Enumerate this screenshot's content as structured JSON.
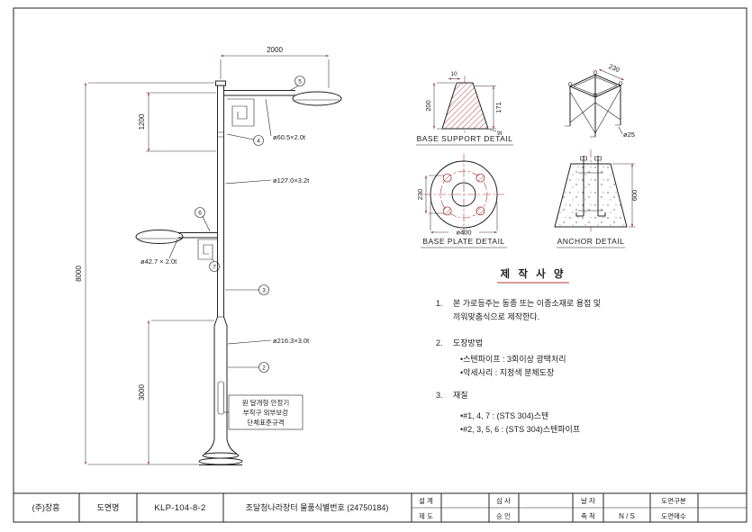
{
  "colors": {
    "ink": "#222222",
    "accent_red": "#b03535"
  },
  "pole": {
    "dim_arm_span": "2000",
    "dim_upper": "1200",
    "dim_total": "8000",
    "dim_lower": "3000",
    "pipe_top_arm": "ø60.5×2.0t",
    "pipe_upper_pole": "ø127.0×3.2t",
    "pipe_lower_arm": "ø42.7 × 2.0t",
    "pipe_main_pole": "ø216.3×3.0t",
    "balloon_5": "5",
    "balloon_4": "4",
    "balloon_6": "6",
    "balloon_7": "7",
    "balloon_3": "3",
    "balloon_2": "2",
    "note_line1": "원 달개형 안정기",
    "note_line2": "부착구 외부보강",
    "note_line3": "단체표준규격"
  },
  "details": {
    "base_support": {
      "title": "BASE SUPPORT DETAIL",
      "dim_top": "10",
      "dim_height": "200",
      "dim_inner": "171",
      "dim_thickness": "9t"
    },
    "anchor_cage": {
      "dim_pitch": "230",
      "dim_bolt_dia": "ø25"
    },
    "base_plate": {
      "title": "BASE PLATE DETAIL",
      "dim_pitch": "230",
      "dim_dia": "ø400"
    },
    "anchor": {
      "title": "ANCHOR DETAIL",
      "dim_depth": "600"
    }
  },
  "specs": {
    "title": "제 작 사 양",
    "n1": "1.",
    "t1a": "본 가로등주는 동종 또는 이종소재로 용접 및",
    "t1b": "끼워맞춤식으로 제작한다.",
    "n2": "2.",
    "t2": "도장방법",
    "b2a": "•스텐파이프 : 3회이상 광택처리",
    "b2b": "•악세사리 : 지정색 분체도장",
    "n3": "3.",
    "t3": "재질",
    "b3a": "•#1, 4, 7 : (STS 304)스텐",
    "b3b": "•#2, 3, 5, 6 : (STS 304)스텐파이프"
  },
  "titleblock": {
    "company": "(주)장흥",
    "dwg_name_label": "도면명",
    "dwg_no": "KLP-104-8-2",
    "product_id": "조달청나라장터 물품식별번호 (24750184)",
    "design_label": "설 계",
    "draft_label": "제 도",
    "review_label": "심 사",
    "approve_label": "승 인",
    "date_label": "날 자",
    "scale_label": "축 척",
    "scale_value": "N / S",
    "class_label": "도면구분",
    "sheets_label": "도면매수"
  }
}
